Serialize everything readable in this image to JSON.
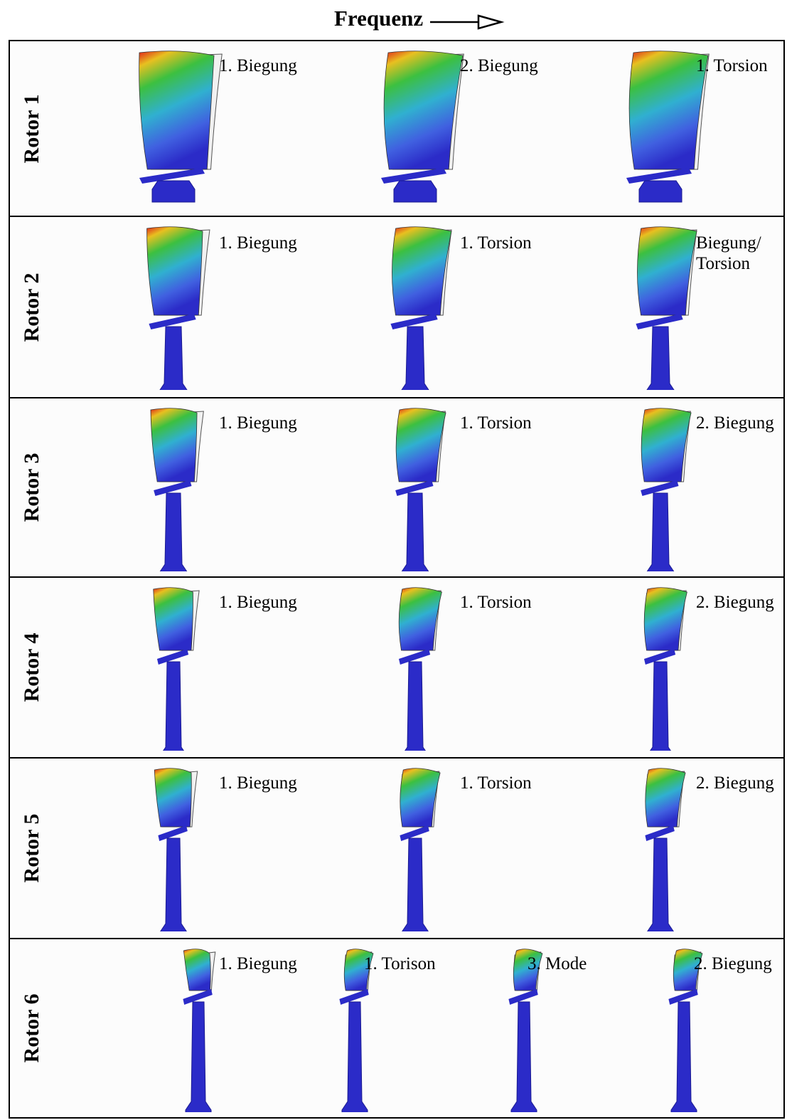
{
  "header": {
    "title": "Frequenz"
  },
  "rows": [
    {
      "label": "Rotor 1",
      "modes": [
        "1. Biegung",
        "2. Biegung",
        "1. Torsion"
      ]
    },
    {
      "label": "Rotor 2",
      "modes": [
        "1. Biegung",
        "1. Torsion",
        "Biegung/\nTorsion"
      ]
    },
    {
      "label": "Rotor 3",
      "modes": [
        "1. Biegung",
        "1. Torsion",
        "2. Biegung"
      ]
    },
    {
      "label": "Rotor 4",
      "modes": [
        "1. Biegung",
        "1. Torsion",
        "2. Biegung"
      ]
    },
    {
      "label": "Rotor 5",
      "modes": [
        "1. Biegung",
        "1. Torsion",
        "2. Biegung"
      ]
    },
    {
      "label": "Rotor 6",
      "modes": [
        "1. Biegung",
        "1. Torison",
        "3. Mode",
        "2. Biegung"
      ]
    }
  ],
  "colors": {
    "blade_base": "#2b2bc8",
    "blade_dark": "#1a1a90",
    "tip_red": "#e0201a",
    "mid_green": "#3cc040",
    "mid_cyan": "#30b0d0",
    "border": "#000000"
  }
}
